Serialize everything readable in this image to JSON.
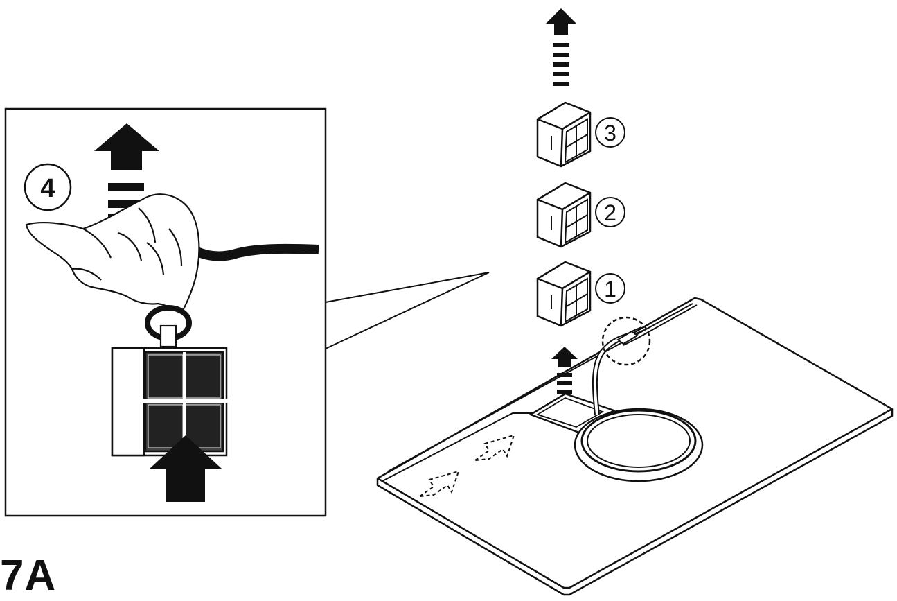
{
  "figure_label": "7A",
  "steps": {
    "step_1": "1",
    "step_2": "2",
    "step_3": "3",
    "step_4": "4"
  },
  "colors": {
    "ink": "#111111",
    "paper": "#ffffff"
  }
}
